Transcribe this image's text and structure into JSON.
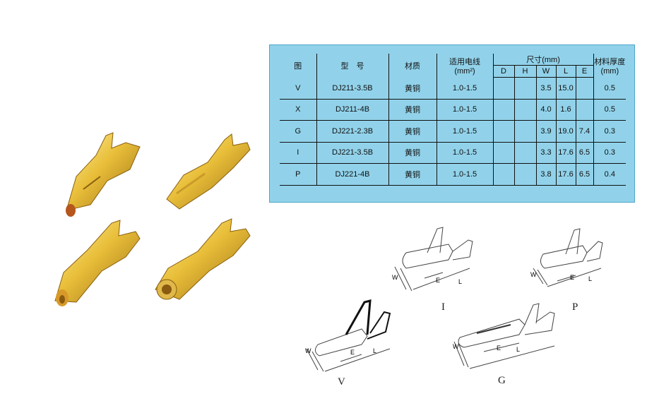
{
  "table": {
    "headers": {
      "figure": "图",
      "model": "型　号",
      "material": "材质",
      "wire": "适用电线",
      "wire_unit": "(mm²)",
      "dimensions": "尺寸(mm)",
      "thickness": "材料厚度",
      "thickness_unit": "(mm)",
      "dim_cols": [
        "D",
        "H",
        "W",
        "L",
        "E"
      ]
    },
    "rows": [
      {
        "fig": "V",
        "model": "DJ211-3.5B",
        "material": "黄铜",
        "wire": "1.0-1.5",
        "D": "",
        "H": "",
        "W": "3.5",
        "L": "15.0",
        "E": "",
        "thickness": "0.5"
      },
      {
        "fig": "X",
        "model": "DJ211-4B",
        "material": "黄铜",
        "wire": "1.0-1.5",
        "D": "",
        "H": "",
        "W": "4.0",
        "L": "1.6",
        "E": "",
        "thickness": "0.5"
      },
      {
        "fig": "G",
        "model": "DJ221-2.3B",
        "material": "黄铜",
        "wire": "1.0-1.5",
        "D": "",
        "H": "",
        "W": "3.9",
        "L": "19.0",
        "E": "7.4",
        "thickness": "0.3"
      },
      {
        "fig": "I",
        "model": "DJ221-3.5B",
        "material": "黄铜",
        "wire": "1.0-1.5",
        "D": "",
        "H": "",
        "W": "3.3",
        "L": "17.6",
        "E": "6.5",
        "thickness": "0.3"
      },
      {
        "fig": "P",
        "model": "DJ221-4B",
        "material": "黄铜",
        "wire": "1.0-1.5",
        "D": "",
        "H": "",
        "W": "3.8",
        "L": "17.6",
        "E": "6.5",
        "thickness": "0.4"
      }
    ]
  },
  "diagrams": [
    {
      "label": "I",
      "dims": [
        "W",
        "E",
        "L"
      ]
    },
    {
      "label": "P",
      "dims": [
        "W",
        "E",
        "L"
      ]
    },
    {
      "label": "V",
      "dims": [
        "W",
        "E",
        "L"
      ]
    },
    {
      "label": "G",
      "dims": [
        "W",
        "E",
        "L"
      ]
    }
  ],
  "colors": {
    "panel": "#91d2ea",
    "brass_light": "#f5d66a",
    "brass_dark": "#b8891c"
  }
}
